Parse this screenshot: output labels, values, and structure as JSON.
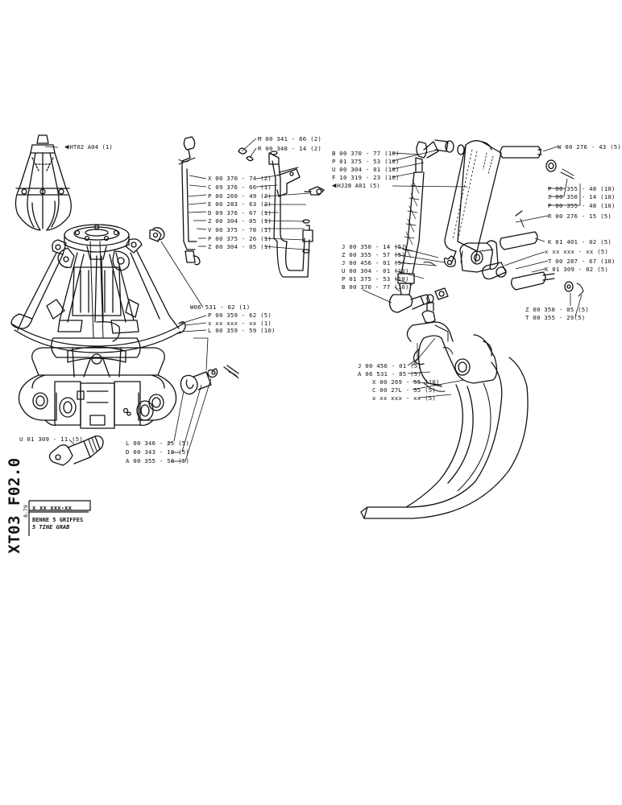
{
  "title_block": {
    "document_code": "XT03 F02.0",
    "date_code": "8.79",
    "part_ref": "x xx xxx-xx",
    "title_fr": "BENNE 5 GRIFFES",
    "title_en": "5 TINE GRAB"
  },
  "references": {
    "grab_view": "HT02  A04  (1)",
    "cylinder_view": "HJ28  A01  (5)"
  },
  "callouts_grab": [
    "W06  531 - 62 (1)",
    "P  00  359 - 62 (5)",
    "x  xx  xxx - xx (1)",
    "L  00  359 - 59 (10)"
  ],
  "callouts_pin": [
    "L  00  346 - 25 (5)",
    "D  00  343 - 19 (5)",
    "A  00  355 - 58 (5)"
  ],
  "callout_bolt": "U 01  309 - 11  (5)",
  "callouts_hydraulic_line": [
    "X  00  370 - 74  (2)",
    "C  09  376 - 66 (1)",
    "P  00  260 - 49 (2)",
    "E  00  283 - 63 (2)",
    "D  09  376 - 67 (1)",
    "Z  00  304 - 05 (1)",
    "V  00  375 - 78 (1)",
    "P  00  375 - 26 (1)",
    "Z  00  304 - 05 (1)"
  ],
  "callouts_clamp": [
    "M 00  341 - 66 (2)",
    "R  00  348 - 14  (2)"
  ],
  "callouts_cylinder_top": [
    "B  00  370 - 77 (10)",
    "P  01  375 - 53  (10)",
    "U  00  304 - 01  (10)",
    "F  10  319 - 23  (10)"
  ],
  "callouts_cylinder_mid": [
    "J  00  350 - 14 (5)",
    "Z  00  355 - 57 (5)",
    "J  00  456 - 01 (5)",
    "U  00  304 - 01 (10)",
    "P  01  375 - 53 (10)",
    "B  00  370 - 77 (10)"
  ],
  "callouts_cylinder_right": [
    "W  00  276 - 43 (5)",
    "P  00  355 - 48 (10)",
    "J  00  350 - 14  (10)",
    "P  00  355 - 48 (10)",
    "R  00  276 - 15 (5)"
  ],
  "callouts_link": [
    "K  01  401 - 02 (5)",
    "x  xx  xxx - xx  (5)",
    "T  00  287 - 67 (10)",
    "K  01  309 - 02 (5)"
  ],
  "callouts_pin_right": [
    "Z  00  350 - 05 (5)",
    "T  00  355 - 29(5)"
  ],
  "callouts_tine": [
    "J  00  456 - 01 (5)",
    "A  06  531 - 85 (5)",
    "X  00  269 - 55 (10)",
    "C  00  27L - 55 (5)",
    "x  xx  xxx - xx  (5)"
  ]
}
